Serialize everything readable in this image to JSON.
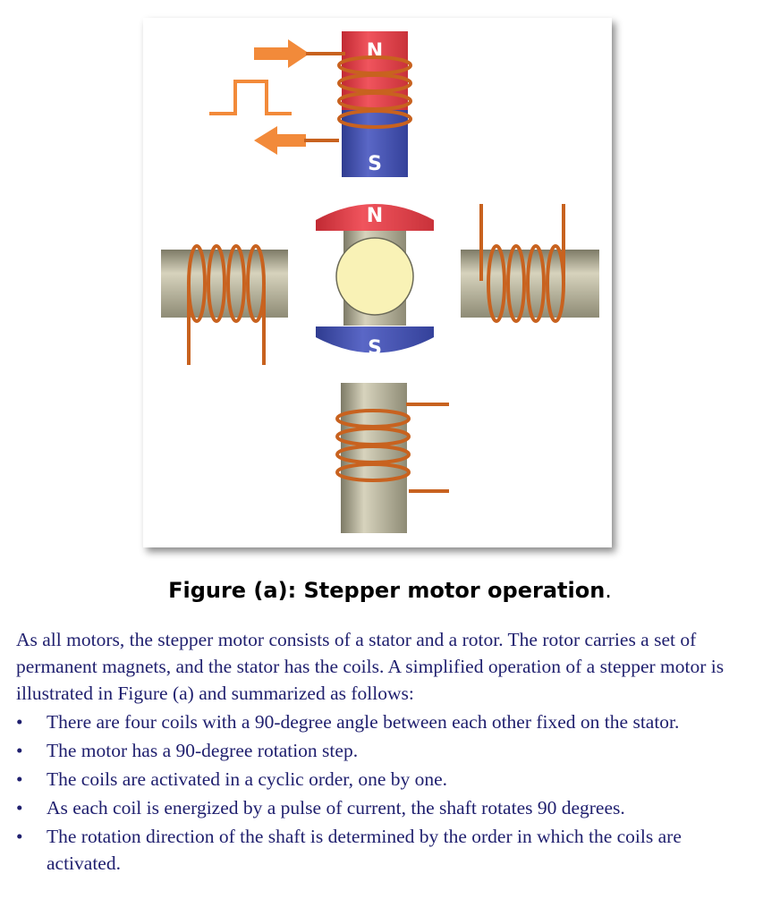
{
  "figure": {
    "labels": {
      "top_north": "N",
      "top_south": "S",
      "rotor_north": "N",
      "rotor_south": "S"
    },
    "colors": {
      "north": "#e8404a",
      "south": "#4654b0",
      "stator": "#b9b59f",
      "rotor_hub": "#f9f2b6",
      "coil": "#c8621f",
      "arrow": "#f28a3a"
    }
  },
  "caption": {
    "text": "Figure (a): Stepper motor operation",
    "period": "."
  },
  "intro": "As all motors, the stepper motor consists of a stator and a rotor. The rotor carries a set of permanent magnets, and the stator has the coils. A simplified operation of a stepper motor is illustrated in Figure (a) and summarized as follows:",
  "bullets": [
    "There are four coils with a 90-degree angle between each other fixed on the stator.",
    "The motor has a 90-degree rotation step.",
    "The coils are activated in a cyclic order, one by one.",
    "As each coil is energized by a pulse of current, the shaft rotates 90 degrees.",
    "The rotation direction of the shaft is determined by the order in which the coils are activated."
  ],
  "bullet_symbol": "•"
}
